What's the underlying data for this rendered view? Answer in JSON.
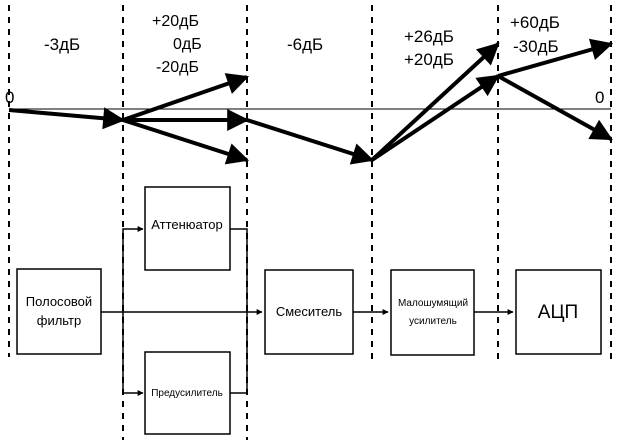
{
  "stages": [
    {
      "gains": [
        "-3дБ"
      ]
    },
    {
      "gains": [
        "+20дБ",
        "0дБ",
        "-20дБ"
      ]
    },
    {
      "gains": [
        "-6дБ"
      ]
    },
    {
      "gains": [
        "+26дБ",
        "+20дБ"
      ]
    },
    {
      "gains": [
        "+60дБ",
        "-30дБ"
      ]
    }
  ],
  "zero_left": "0",
  "zero_right": "0",
  "blocks": {
    "bandpass_line1": "Полосовой",
    "bandpass_line2": "фильтр",
    "attenuator": "Аттенюатор",
    "preamp": "Предусилитель",
    "mixer": "Смеситель",
    "lna_line1": "Малошумящий",
    "lna_line2": "усилитель",
    "adc": "АЦП"
  }
}
